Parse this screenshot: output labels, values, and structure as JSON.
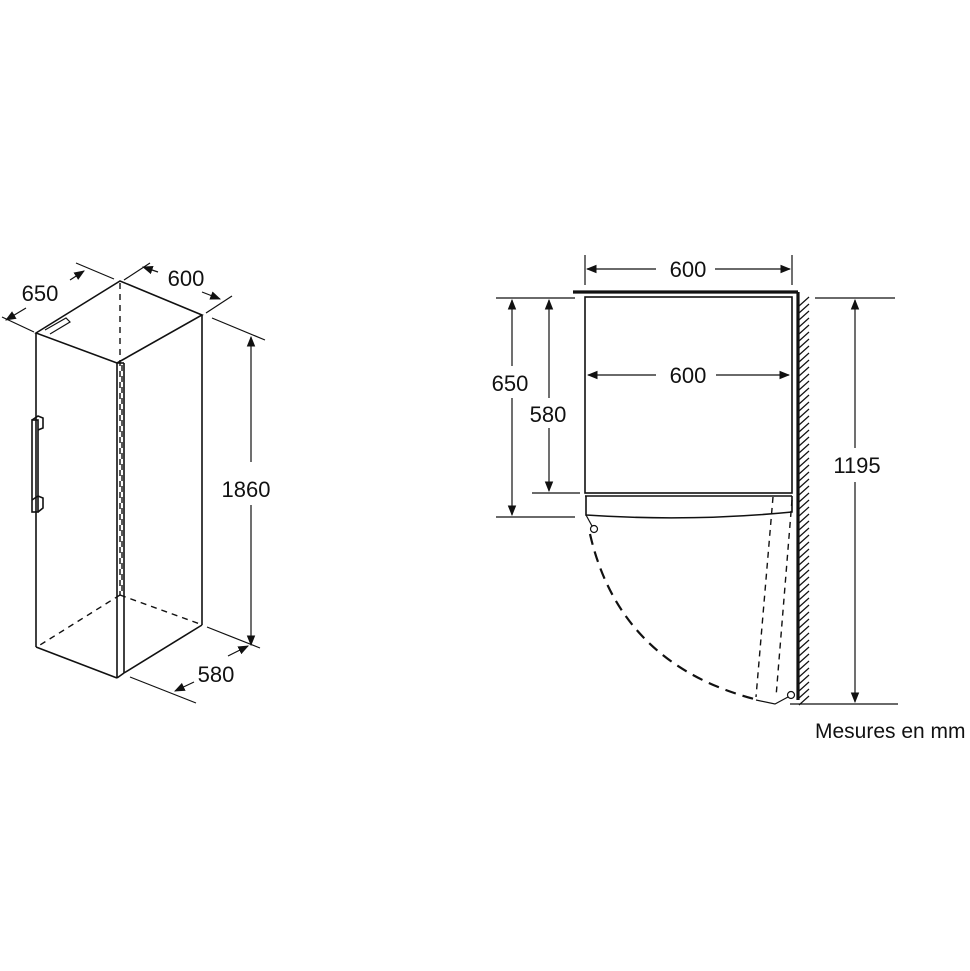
{
  "iso_view": {
    "depth_label": "650",
    "width_label": "600",
    "height_label": "1860",
    "depth_without_door_label": "580"
  },
  "plan_view": {
    "width_outer_label": "600",
    "width_inner_label": "600",
    "depth_label": "650",
    "depth_without_door_label": "580",
    "door_open_depth_label": "1195"
  },
  "units_note": "Mesures en mm"
}
